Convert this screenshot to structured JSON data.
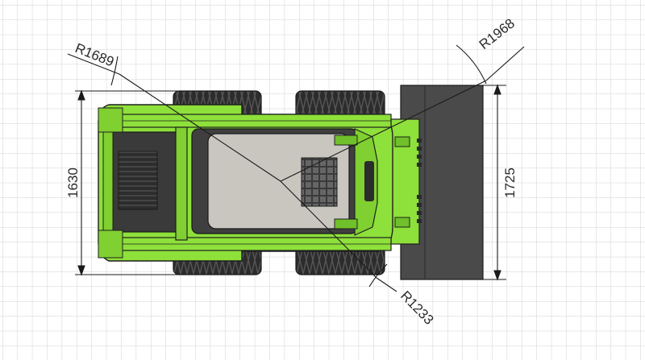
{
  "dimensions": {
    "overall_width": "1630",
    "bucket_width": "1725",
    "radius_front": "R1968",
    "radius_rear": "R1689",
    "radius_inner": "R1233"
  },
  "colors": {
    "background": "#ffffff",
    "grid": "#d2d2d2",
    "body": "#8ee03a",
    "body_outline": "#1f1f1f",
    "tire": "#2c2c2c",
    "engine": "#3a3a3a",
    "cab_floor": "#c9c6c0",
    "bucket": "#4a4a4a",
    "dimension_line": "#1a1a1a"
  }
}
